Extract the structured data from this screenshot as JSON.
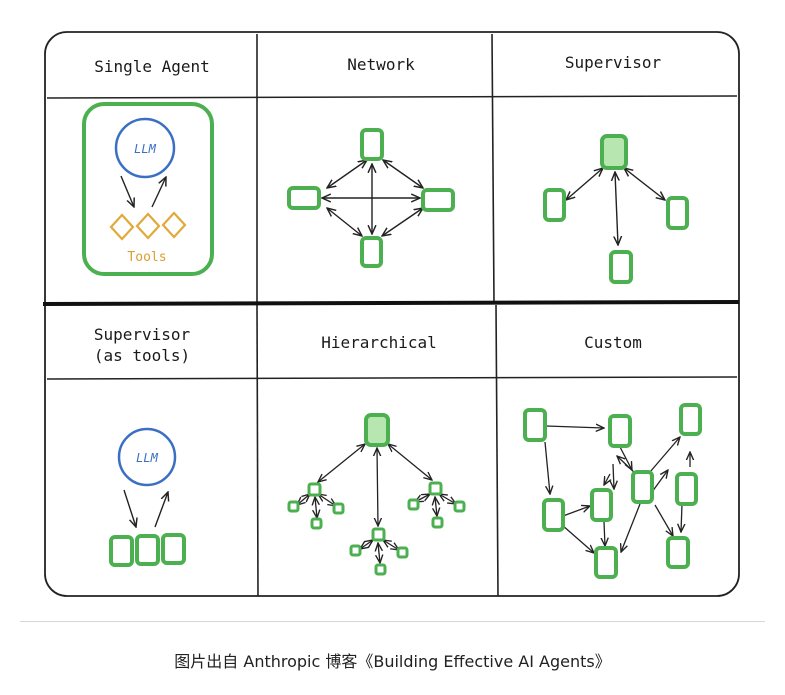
{
  "panels": {
    "single_agent": {
      "title": "Single Agent",
      "llm": "LLM",
      "tools": "Tools"
    },
    "network": {
      "title": "Network"
    },
    "supervisor": {
      "title": "Supervisor"
    },
    "supervisor_tools": {
      "title_line1": "Supervisor",
      "title_line2": "(as tools)",
      "llm": "LLM"
    },
    "hierarchical": {
      "title": "Hierarchical"
    },
    "custom": {
      "title": "Custom"
    }
  },
  "colors": {
    "node_stroke": "#4caf50",
    "node_fill_root": "#b8e6b0",
    "llm_stroke": "#3a6fc4",
    "tools_stroke": "#e0a93a",
    "arrow": "#222222"
  },
  "caption": "图片出自 Anthropic 博客《Building Effective AI Agents》"
}
